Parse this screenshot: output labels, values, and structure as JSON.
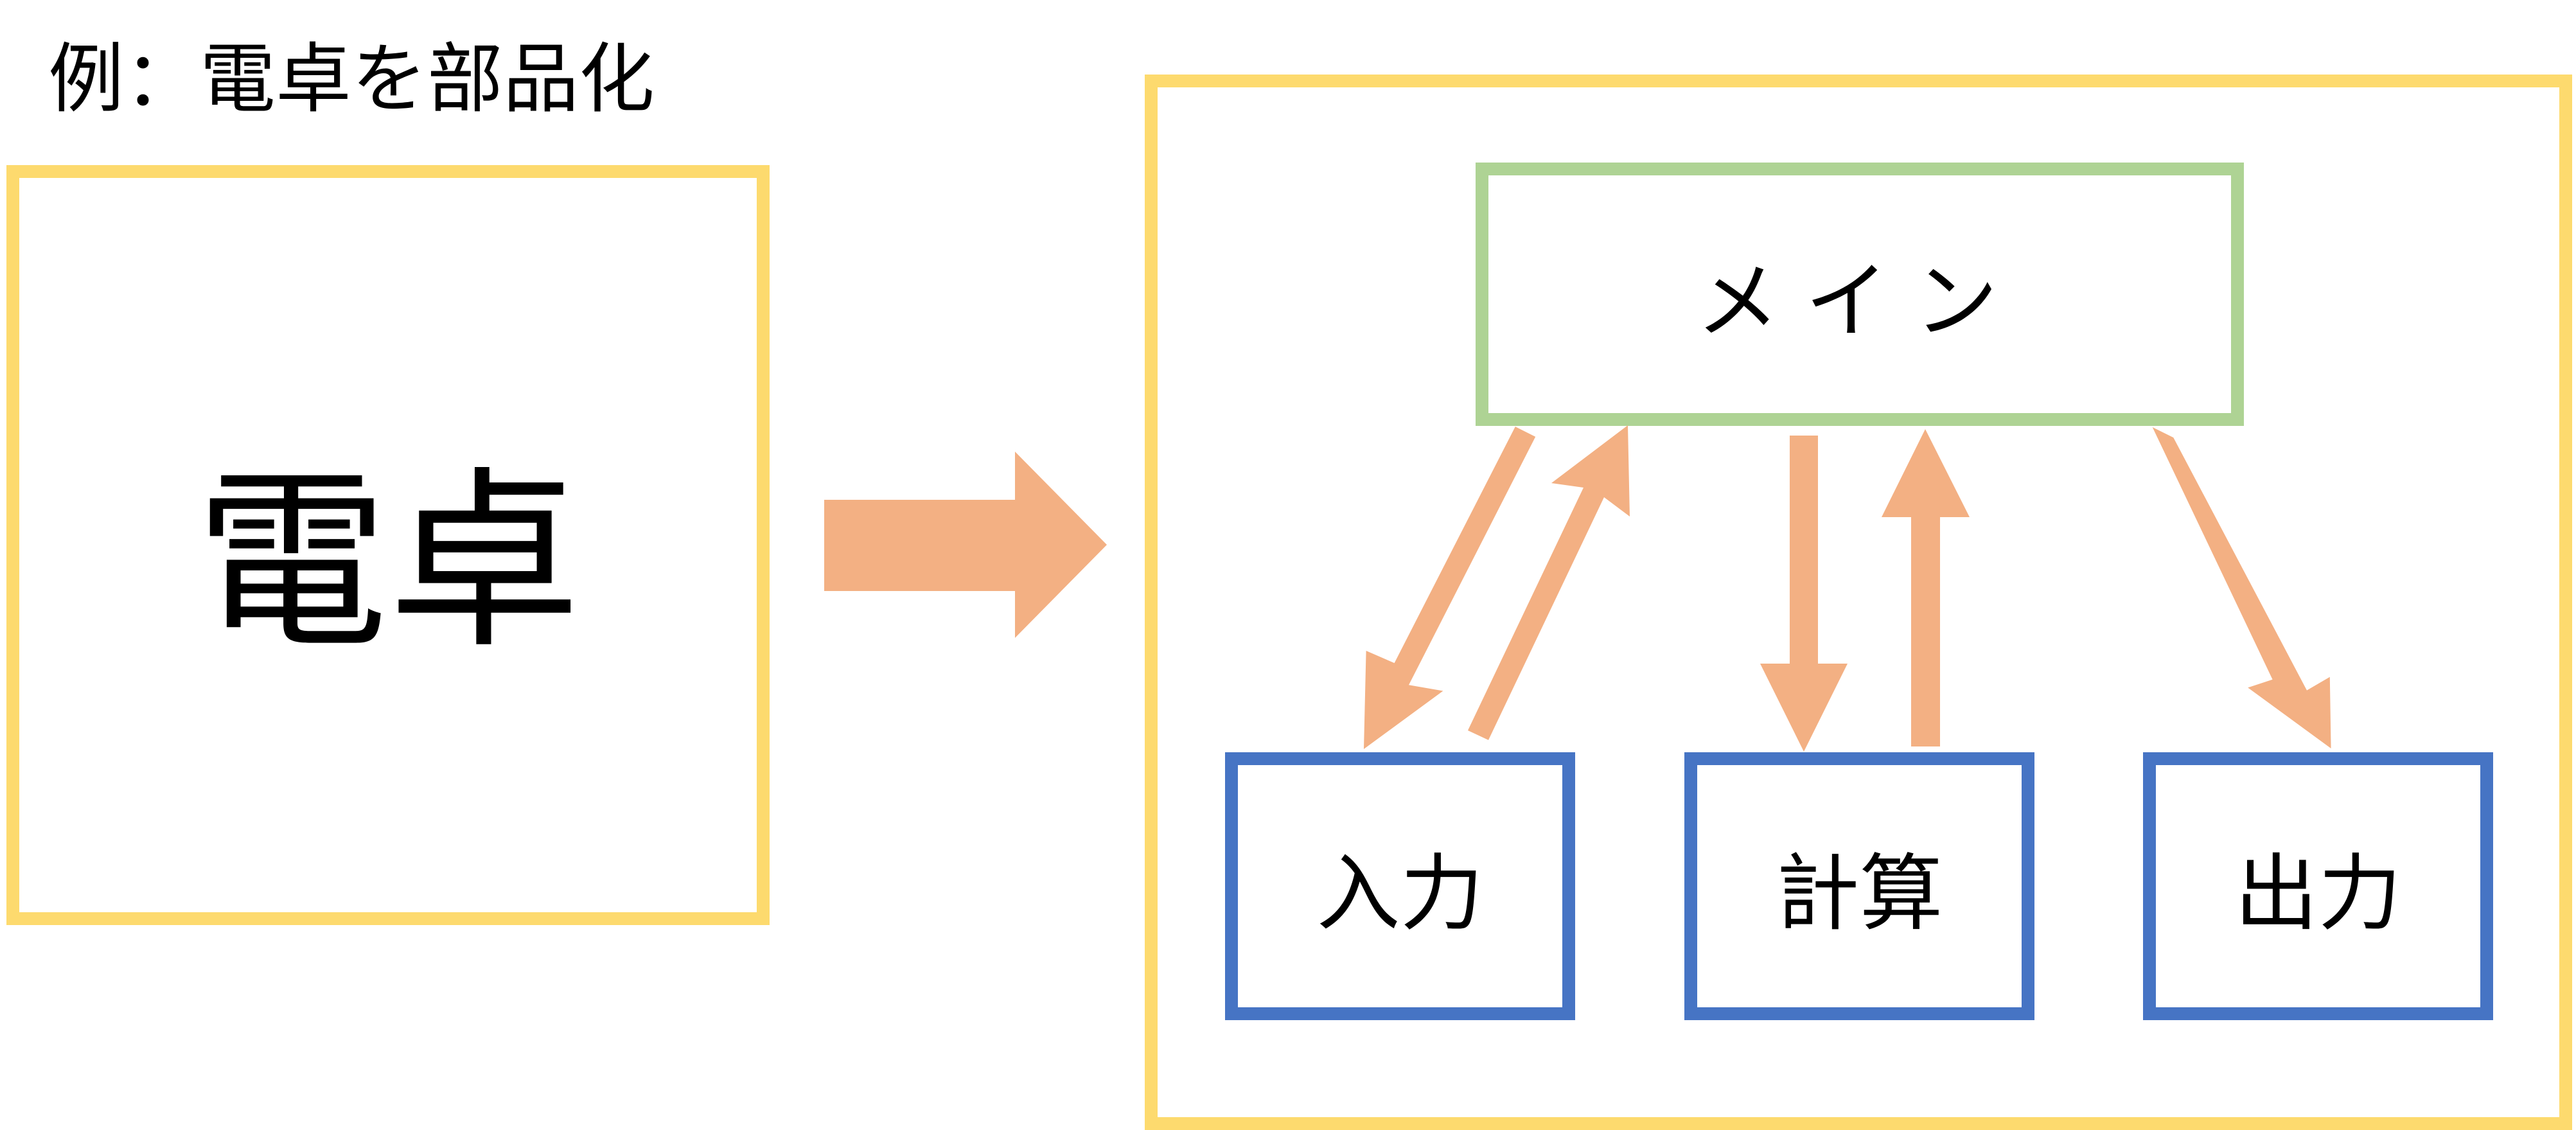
{
  "title": "例：電卓を部品化",
  "source_box": {
    "label": "電卓"
  },
  "modules": {
    "main": "メイン",
    "input": "入力",
    "calc": "計算",
    "output": "出力"
  },
  "colors": {
    "container_border": "#FDDA6E",
    "main_border": "#AED394",
    "module_border": "#4674C4",
    "arrow": "#F3B083"
  }
}
